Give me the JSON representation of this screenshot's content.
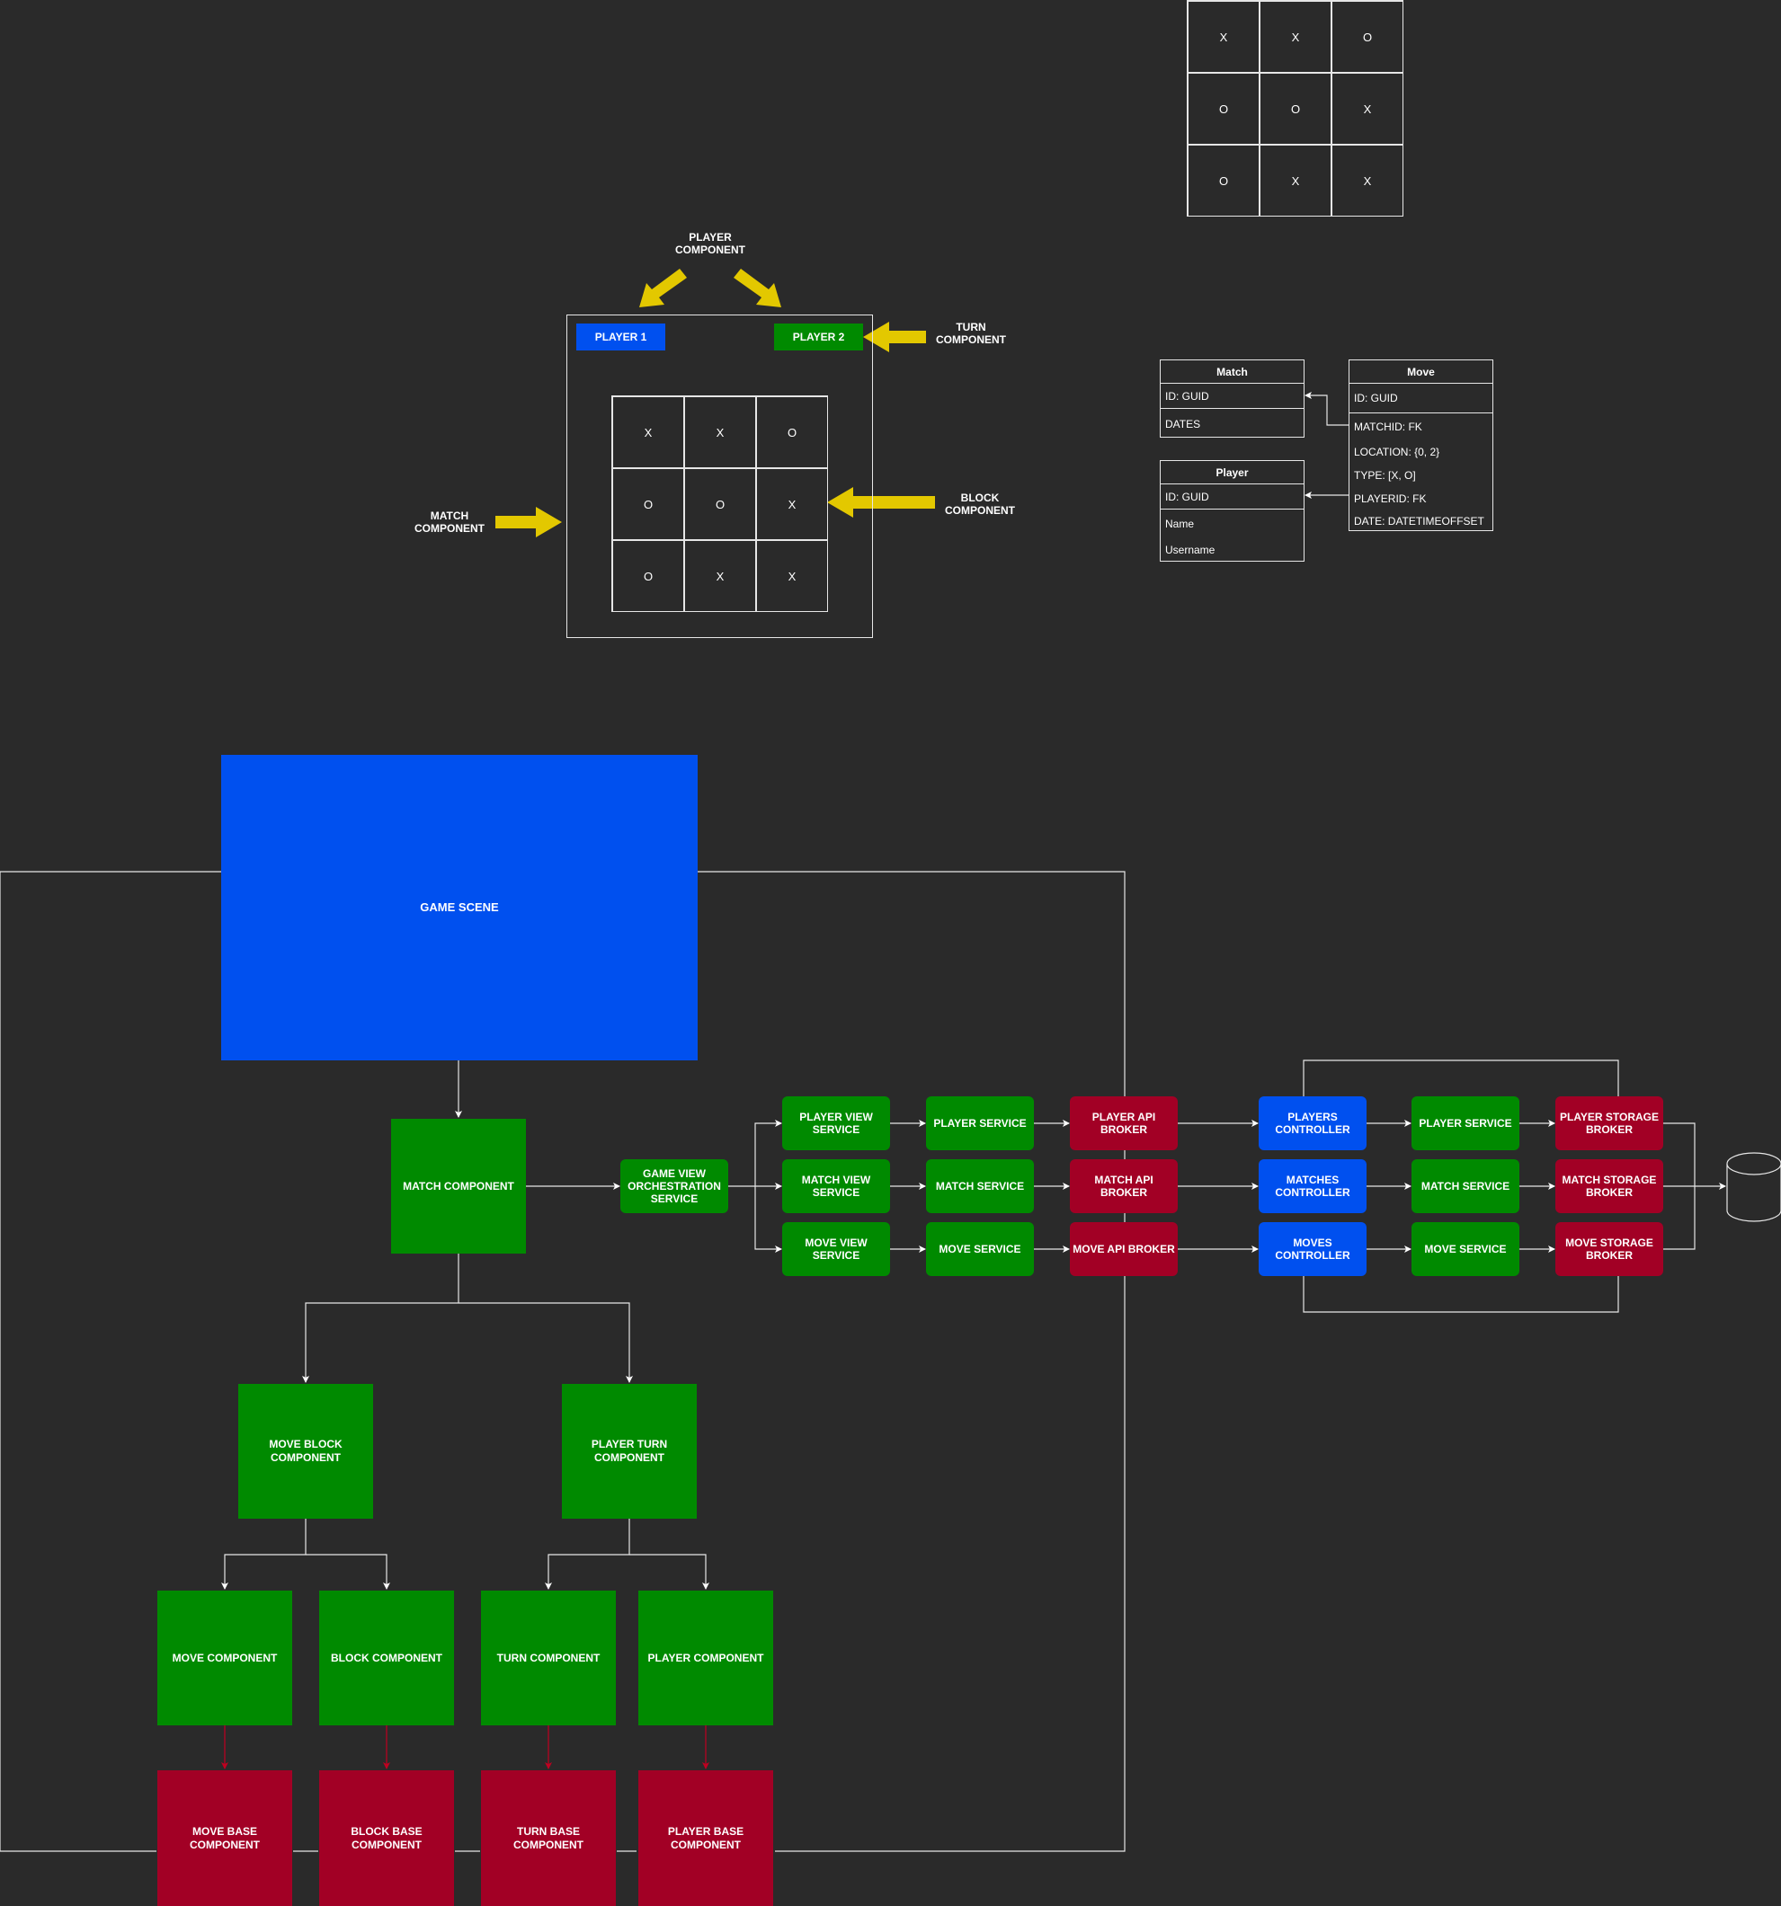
{
  "top_grid": [
    "X",
    "X",
    "O",
    "O",
    "O",
    "X",
    "O",
    "X",
    "X"
  ],
  "mockup": {
    "player1": "PLAYER 1",
    "player2": "PLAYER 2",
    "grid": [
      "X",
      "X",
      "O",
      "O",
      "O",
      "X",
      "O",
      "X",
      "X"
    ]
  },
  "annotations": {
    "player_component": "PLAYER\nCOMPONENT",
    "turn_component": "TURN\nCOMPONENT",
    "block_component": "BLOCK\nCOMPONENT",
    "match_component": "MATCH\nCOMPONENT"
  },
  "erd": {
    "match": {
      "title": "Match",
      "id": "ID: GUID",
      "dates": "DATES"
    },
    "player": {
      "title": "Player",
      "id": "ID: GUID",
      "name": "Name",
      "username": "Username"
    },
    "move": {
      "title": "Move",
      "id": "ID: GUID",
      "fields": [
        "MATCHID: FK",
        "LOCATION: {0, 2}",
        "TYPE: [X, O]",
        "PLAYERID: FK",
        "DATE: DATETIMEOFFSET"
      ]
    }
  },
  "tree": {
    "game_scene": "GAME SCENE",
    "match_component": "MATCH COMPONENT",
    "move_block_component": "MOVE BLOCK\nCOMPONENT",
    "player_turn_component": "PLAYER TURN\nCOMPONENT",
    "move_component": "MOVE COMPONENT",
    "block_component": "BLOCK COMPONENT",
    "turn_component": "TURN COMPONENT",
    "player_component": "PLAYER COMPONENT",
    "move_base": "MOVE BASE\nCOMPONENT",
    "block_base": "BLOCK BASE\nCOMPONENT",
    "turn_base": "TURN BASE\nCOMPONENT",
    "player_base": "PLAYER BASE\nCOMPONENT"
  },
  "flow": {
    "orchestration": "GAME VIEW\nORCHESTRATION\nSERVICE",
    "view_services": [
      "PLAYER VIEW\nSERVICE",
      "MATCH VIEW\nSERVICE",
      "MOVE VIEW\nSERVICE"
    ],
    "client_services": [
      "PLAYER SERVICE",
      "MATCH SERVICE",
      "MOVE SERVICE"
    ],
    "api_brokers": [
      "PLAYER API\nBROKER",
      "MATCH API\nBROKER",
      "MOVE API BROKER"
    ],
    "controllers": [
      "PLAYERS\nCONTROLLER",
      "MATCHES\nCONTROLLER",
      "MOVES\nCONTROLLER"
    ],
    "server_services": [
      "PLAYER SERVICE",
      "MATCH SERVICE",
      "MOVE SERVICE"
    ],
    "storage_brokers": [
      "PLAYER STORAGE\nBROKER",
      "MATCH STORAGE\nBROKER",
      "MOVE STORAGE\nBROKER"
    ]
  },
  "colors": {
    "background": "#2a2a2a",
    "green": "#008a00",
    "blue": "#0050ef",
    "red": "#a20025",
    "arrow_yellow": "#e3c800"
  }
}
